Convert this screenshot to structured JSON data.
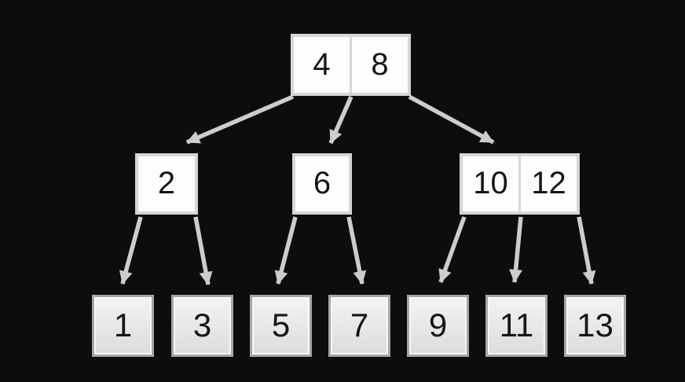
{
  "figure": {
    "name": "B-tree diagram",
    "background_color": "#0d0d0d",
    "node_fill_color": "#fdfdfd",
    "node_border_color": "#d6d6d6",
    "leaf_fill_color": "#e9e9e9",
    "leaf_border_color": "#a6a6a6",
    "arrow_color": "#cdcdcd",
    "text_color": "#161616",
    "tree": {
      "root": {
        "keys": [
          "4",
          "8"
        ]
      },
      "internal": [
        {
          "keys": [
            "2"
          ]
        },
        {
          "keys": [
            "6"
          ]
        },
        {
          "keys": [
            "10",
            "12"
          ]
        }
      ],
      "leaves": [
        {
          "keys": [
            "1"
          ]
        },
        {
          "keys": [
            "3"
          ]
        },
        {
          "keys": [
            "5"
          ]
        },
        {
          "keys": [
            "7"
          ]
        },
        {
          "keys": [
            "9"
          ]
        },
        {
          "keys": [
            "11"
          ]
        },
        {
          "keys": [
            "13"
          ]
        }
      ],
      "edges": [
        {
          "from": "root",
          "to": "node-2"
        },
        {
          "from": "root",
          "to": "node-6"
        },
        {
          "from": "root",
          "to": "node-10-12"
        },
        {
          "from": "node-2",
          "to": "leaf-1"
        },
        {
          "from": "node-2",
          "to": "leaf-3"
        },
        {
          "from": "node-6",
          "to": "leaf-5"
        },
        {
          "from": "node-6",
          "to": "leaf-7"
        },
        {
          "from": "node-10-12",
          "to": "leaf-9"
        },
        {
          "from": "node-10-12",
          "to": "leaf-11"
        },
        {
          "from": "node-10-12",
          "to": "leaf-13"
        }
      ]
    }
  }
}
